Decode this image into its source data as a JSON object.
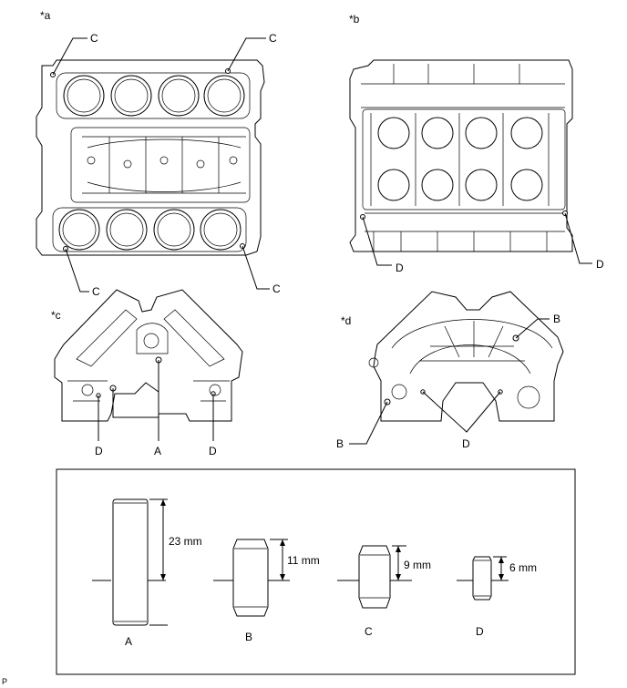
{
  "views": {
    "a": {
      "tag": "*a",
      "callouts": [
        "C",
        "C",
        "C",
        "C"
      ]
    },
    "b": {
      "tag": "*b",
      "callouts": [
        "D",
        "D"
      ]
    },
    "c": {
      "tag": "*c",
      "callouts": [
        "D",
        "A",
        "D"
      ]
    },
    "d": {
      "tag": "*d",
      "callouts": [
        "B",
        "B",
        "D"
      ]
    }
  },
  "pins": [
    {
      "letter": "A",
      "length": "23 mm"
    },
    {
      "letter": "B",
      "length": "11 mm"
    },
    {
      "letter": "C",
      "length": "9 mm"
    },
    {
      "letter": "D",
      "length": "6 mm"
    }
  ],
  "footer": {
    "code": "P"
  },
  "colors": {
    "line": "#000000",
    "background": "#ffffff"
  }
}
